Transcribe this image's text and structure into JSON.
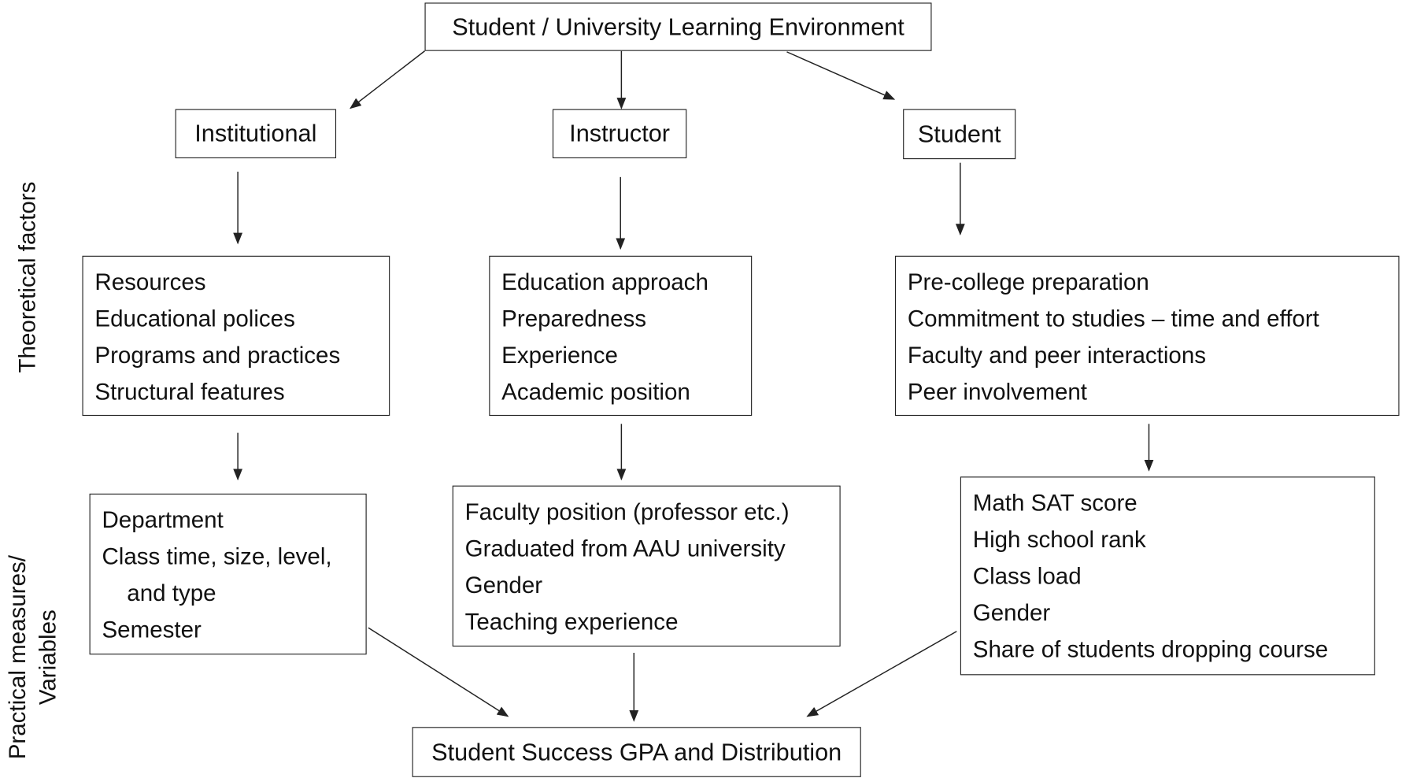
{
  "root": "Student / University Learning Environment",
  "side_labels": {
    "theoretical": "Theoretical factors",
    "practical_line1": "Practical measures/",
    "practical_line2": "Variables"
  },
  "columns": [
    {
      "header": "Institutional",
      "factors": [
        "Resources",
        "Educational polices",
        "Programs and practices",
        "Structural features"
      ],
      "variables": [
        "Department",
        "Class time, size, level,",
        "and type",
        "Semester"
      ]
    },
    {
      "header": "Instructor",
      "factors": [
        "Education approach",
        "Preparedness",
        "Experience",
        "Academic position"
      ],
      "variables": [
        "Faculty position (professor etc.)",
        "Graduated from AAU university",
        "Gender",
        "Teaching experience"
      ]
    },
    {
      "header": "Student",
      "factors": [
        "Pre-college preparation",
        "Commitment to studies – time and effort",
        "Faculty and peer interactions",
        "Peer involvement"
      ],
      "variables": [
        "Math SAT score",
        "High school rank",
        "Class load",
        "Gender",
        "Share of students dropping course"
      ]
    }
  ],
  "outcome": "Student Success GPA and Distribution"
}
